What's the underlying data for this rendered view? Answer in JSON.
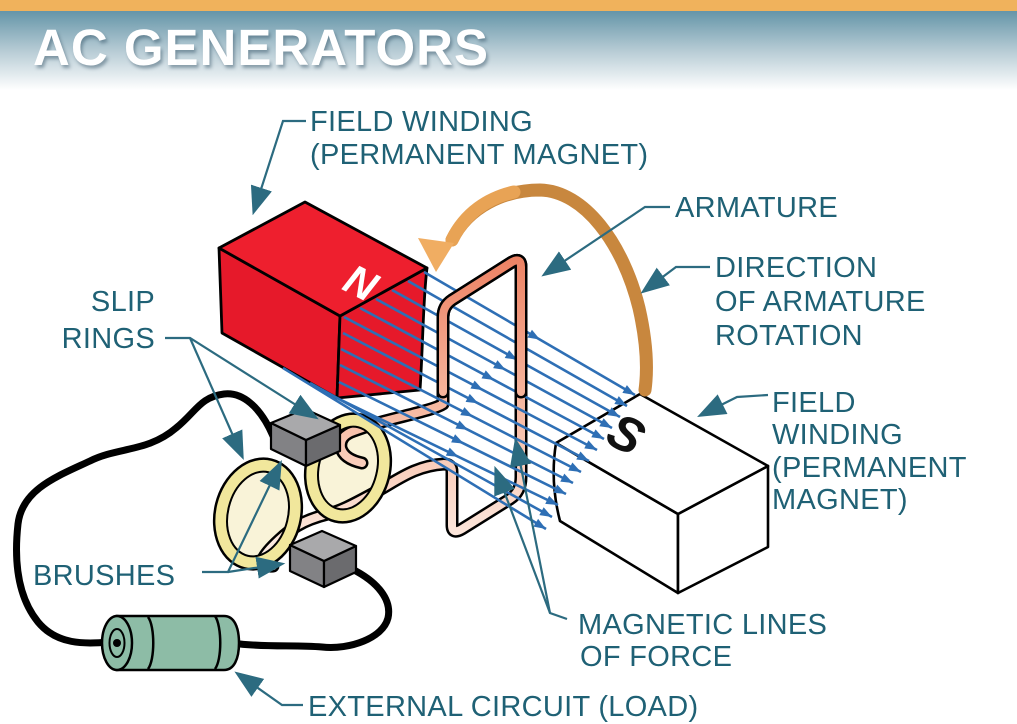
{
  "header": {
    "title": "AC GENERATORS"
  },
  "magnets": {
    "north_label": "N",
    "south_label": "S"
  },
  "labels": {
    "field_winding_top": {
      "line1": "FIELD WINDING",
      "line2": "(PERMANENT MAGNET)"
    },
    "armature": {
      "line1": "ARMATURE"
    },
    "direction_of_rotation": {
      "line1": "DIRECTION",
      "line2": "OF ARMATURE",
      "line3": "ROTATION"
    },
    "field_winding_right": {
      "line1": "FIELD",
      "line2": "WINDING",
      "line3": "(PERMANENT",
      "line4": "MAGNET)"
    },
    "slip_rings": {
      "line1": "SLIP",
      "line2": "RINGS"
    },
    "brushes": {
      "line1": "BRUSHES"
    },
    "magnetic_lines_of_force": {
      "line1": "MAGNETIC LINES",
      "line2": "OF FORCE"
    },
    "external_circuit": {
      "line1": "EXTERNAL CIRCUIT (LOAD)"
    }
  },
  "colors": {
    "header_top_bar": "#f0b25c",
    "header_gradient_top": "#6595a8",
    "header_gradient_bottom": "#ffffff",
    "title_text": "#ffffff",
    "label_teal": "#1f6175",
    "leader_teal": "#2c6b80",
    "magnet_red": "#e6192a",
    "magnet_red_top": "#ee1f2e",
    "magnet_white": "#ffffff",
    "field_line_blue": "#2e6fb5",
    "rotation_arrow_orange": "#c8873e",
    "rotation_arrow_light": "#f0ad62",
    "armature_salmon": "#ec8163",
    "slip_ring_yellow": "#f1e79c",
    "slip_ring_inner": "#f9f3d8",
    "brush_gray_top": "#a9a9ab",
    "brush_gray_front": "#828285",
    "brush_gray_side": "#6b6b6e",
    "load_green": "#8dbca6",
    "wire_black": "#000000"
  }
}
